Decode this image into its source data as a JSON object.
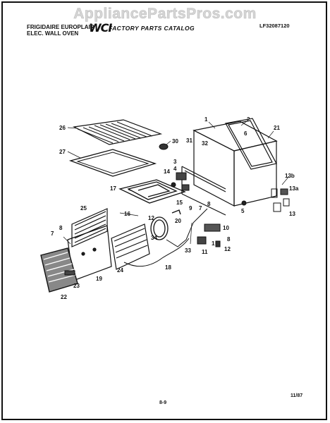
{
  "watermark": "AppliancePartsPros.com",
  "header": {
    "brand": "FRIGIDAIRE EUROPLAIR",
    "product": "ELEC. WALL OVEN",
    "logo": "WCI",
    "catalog": "FACTORY PARTS CATALOG",
    "model": "LF32087120"
  },
  "footer": {
    "page": "8-9",
    "date": "11/87"
  },
  "callouts": {
    "c1": "1",
    "c2": "2",
    "c3": "3",
    "c4": "4",
    "c5": "5",
    "c6": "6",
    "c7a": "7",
    "c7b": "7",
    "c8a": "8",
    "c8b": "8",
    "c8c": "8",
    "c9": "9",
    "c10": "10",
    "c11": "11",
    "c12a": "12",
    "c12b": "12",
    "c13": "13",
    "c13a": "13a",
    "c13b": "13b",
    "c14": "14",
    "c15": "15",
    "c16": "16",
    "c17": "17",
    "c18": "18",
    "c19": "19",
    "c20": "20",
    "c21": "21",
    "c22": "22",
    "c23": "23",
    "c24": "24",
    "c25": "25",
    "c26": "26",
    "c27": "27",
    "c30": "30",
    "c31": "31",
    "c32": "32",
    "c33": "33",
    "c34": "34",
    "c1b": "1"
  }
}
